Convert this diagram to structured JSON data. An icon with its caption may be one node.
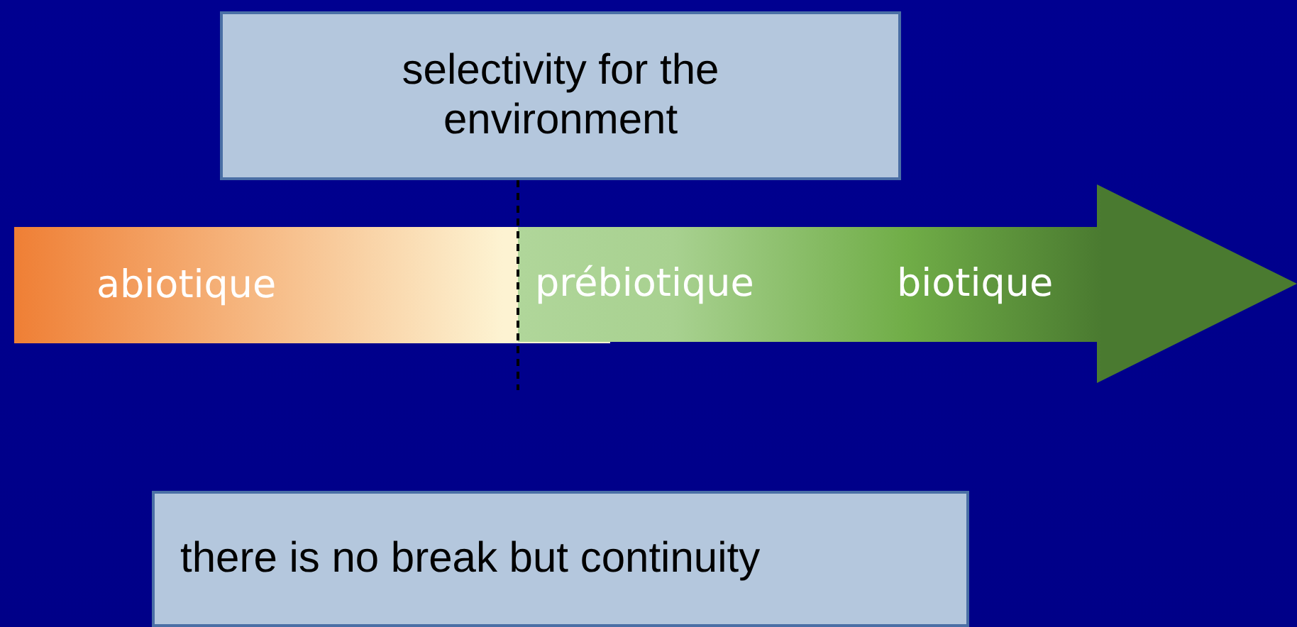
{
  "diagram": {
    "nodes": [
      {
        "text": [
          "selectivity for the environment"
        ]
      },
      {
        "text": [
          "abiotique"
        ]
      },
      {
        "text": [
          "prébiotique",
          "biotique"
        ]
      },
      {
        "text": [
          "there is no break but continuity"
        ]
      }
    ]
  }
}
